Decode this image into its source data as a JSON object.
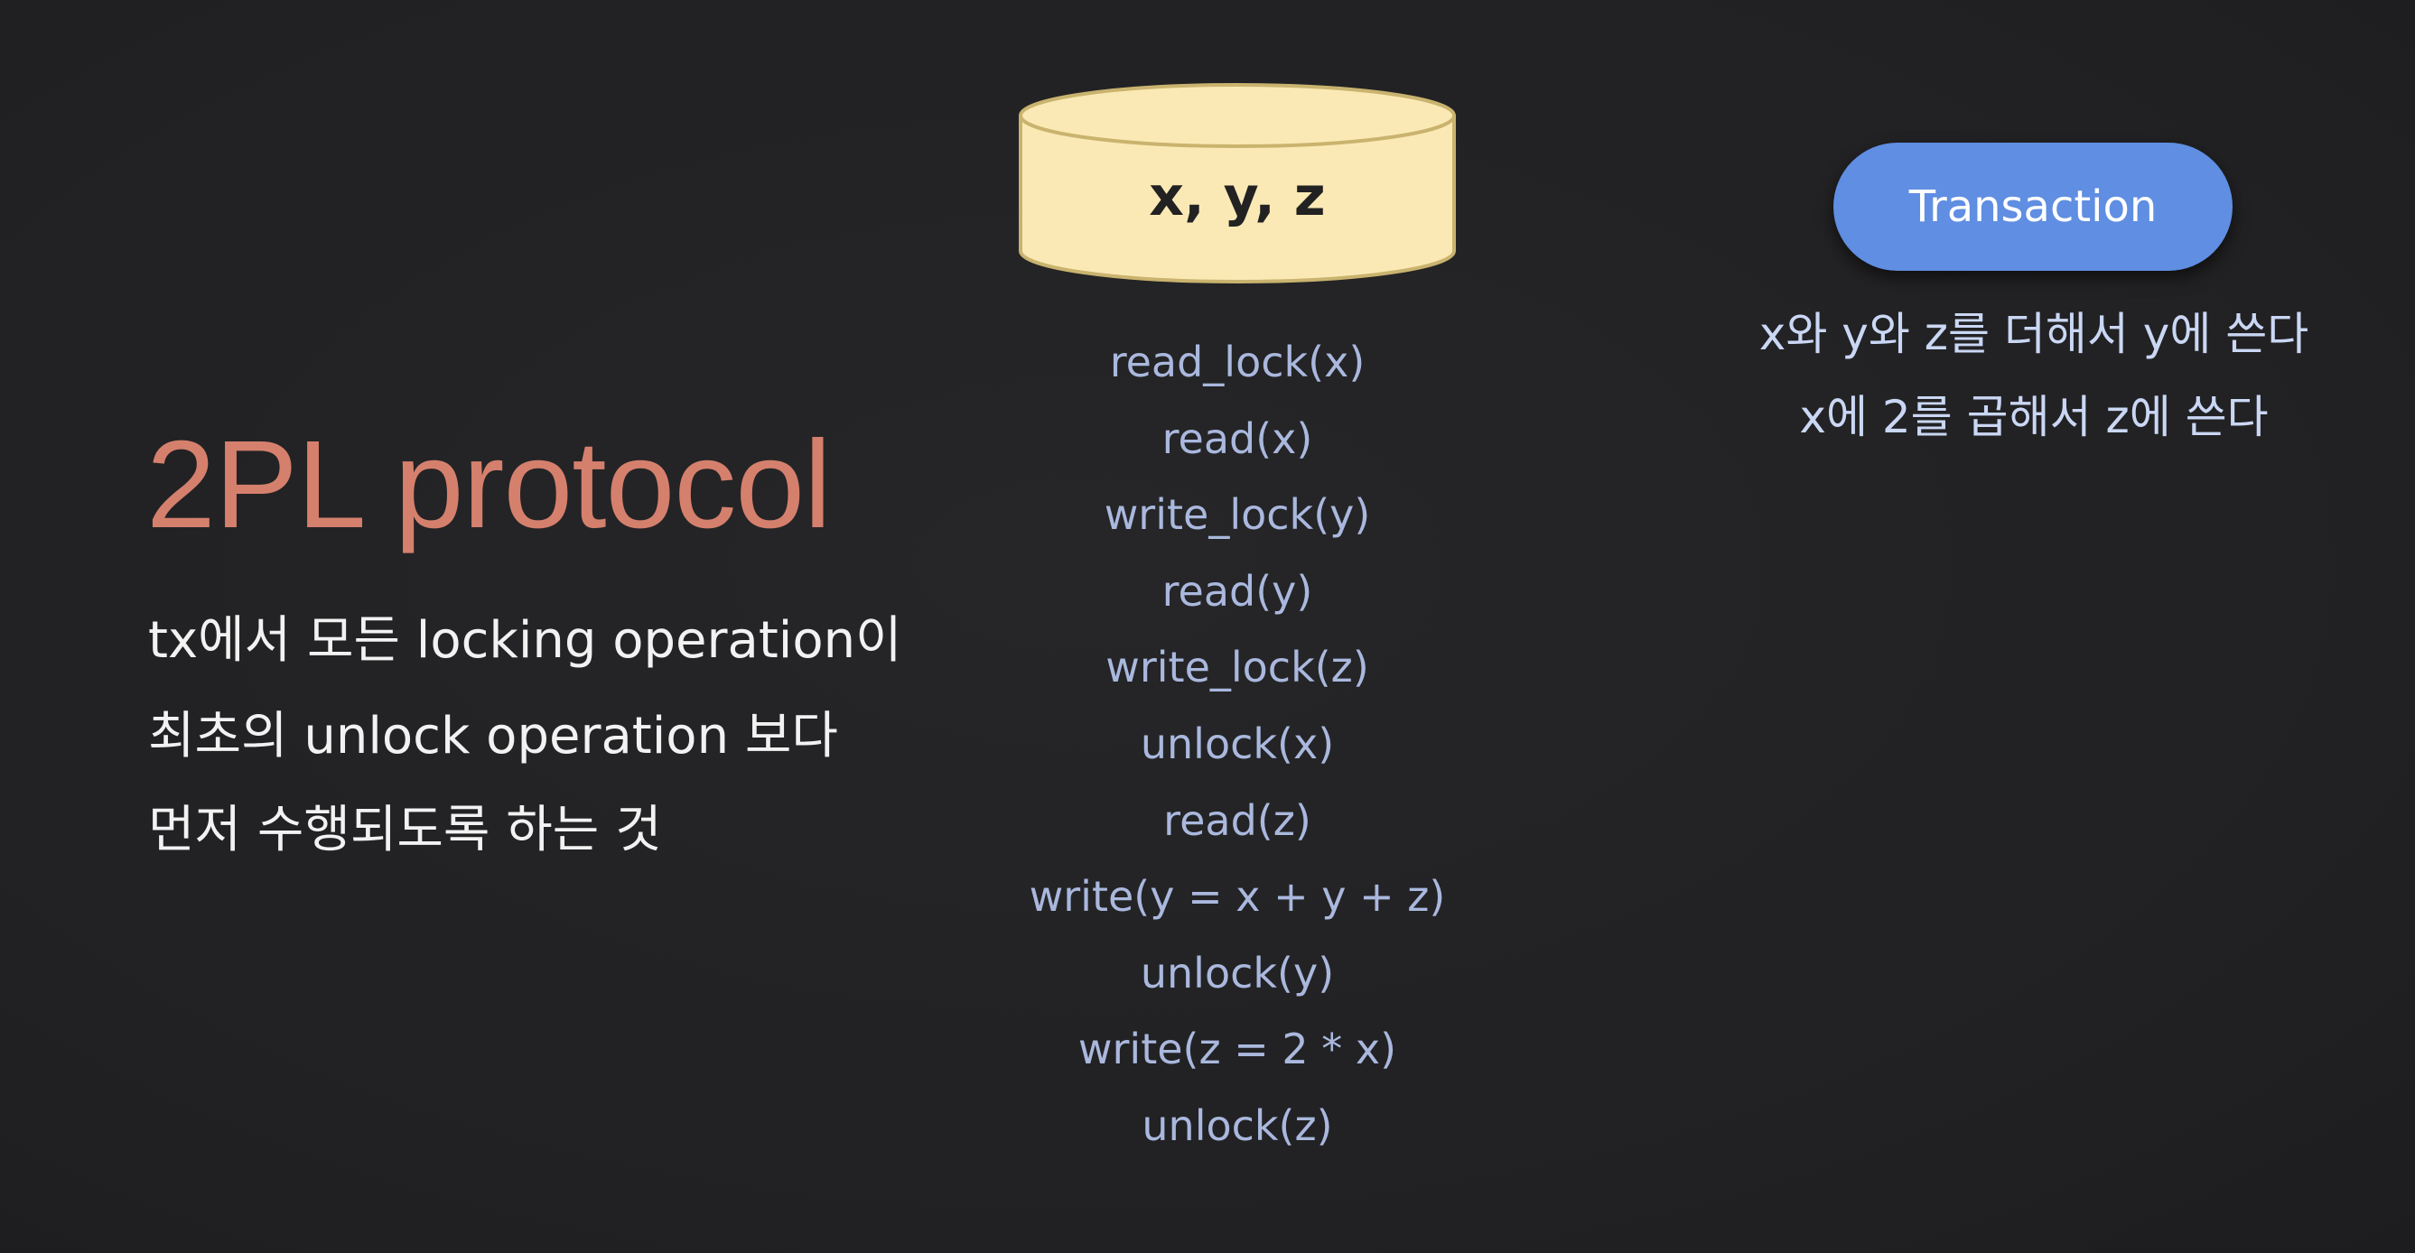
{
  "slide": {
    "title": "2PL protocol",
    "description": [
      "tx에서 모든 locking operation이",
      "최초의 unlock operation 보다",
      "먼저 수행되도록 하는 것"
    ]
  },
  "database": {
    "label": "x, y, z",
    "fill_color": "#fbe9b5",
    "stroke_color": "#c9b36e"
  },
  "operations": [
    "read_lock(x)",
    "read(x)",
    "write_lock(y)",
    "read(y)",
    "write_lock(z)",
    "unlock(x)",
    "read(z)",
    "write(y = x + y + z)",
    "unlock(y)",
    "write(z = 2 * x)",
    "unlock(z)"
  ],
  "transaction": {
    "label": "Transaction",
    "color": "#5f8ee2",
    "notes": [
      "x와 y와 z를 더해서 y에 쓴다",
      "x에 2를 곱해서 z에 쓴다"
    ]
  }
}
